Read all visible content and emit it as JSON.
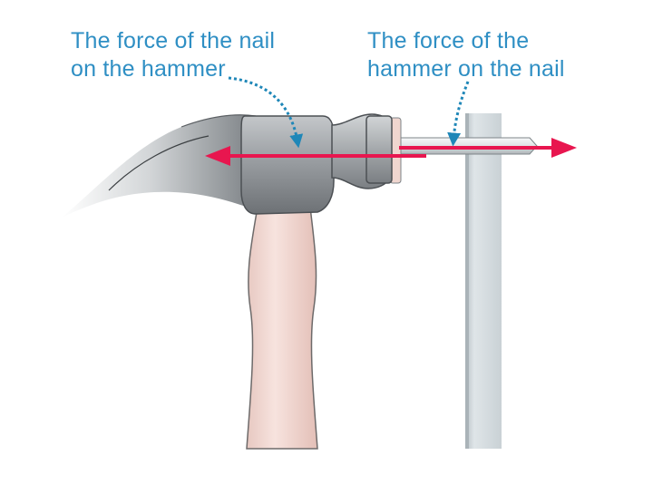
{
  "labels": {
    "nail_on_hammer": {
      "line1": "The force of the nail",
      "line2": "on the hammer"
    },
    "hammer_on_nail": {
      "line1": "The force of the",
      "line2": "hammer on the nail"
    }
  },
  "colors": {
    "label_text": "#2f8fc4",
    "dotted_leader": "#1f87b8",
    "force_arrow": "#e8164f",
    "hammer_head": "#8f9397",
    "handle": "#f2d9d3",
    "wall": "#cfd6da",
    "nail": "#e9ecee"
  },
  "icons": {
    "hammer": "hammer-icon",
    "nail": "nail-icon",
    "wall": "wall-board"
  }
}
